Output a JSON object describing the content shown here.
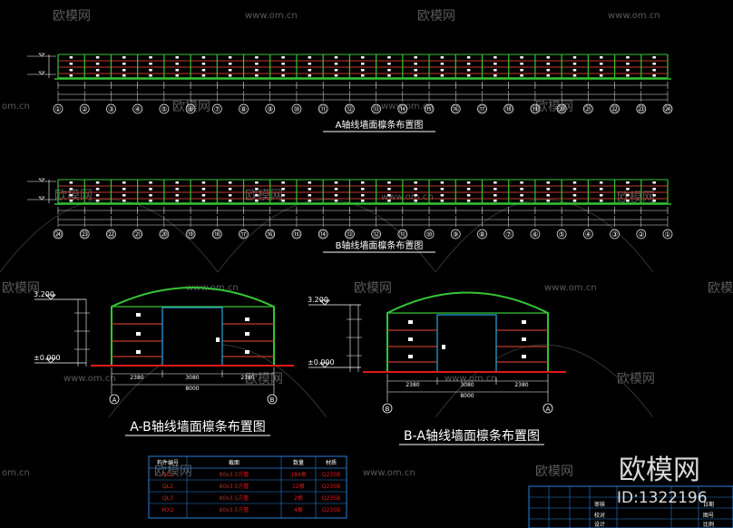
{
  "elevations": {
    "a_axis": {
      "title": "A轴线墙面檩条布置图",
      "axis_labels": [
        "①",
        "②",
        "③",
        "④",
        "⑤",
        "⑥",
        "⑦",
        "⑧",
        "⑨",
        "⑩",
        "⑪",
        "⑫",
        "⑬",
        "⑭",
        "⑮",
        "⑯",
        "⑰",
        "⑱",
        "⑲",
        "⑳",
        "㉑",
        "㉒",
        "㉓",
        "㉔"
      ]
    },
    "b_axis": {
      "title": "B轴线墙面檩条布置图",
      "axis_labels": [
        "㉔",
        "㉓",
        "㉒",
        "㉑",
        "⑳",
        "⑲",
        "⑱",
        "⑰",
        "⑯",
        "⑮",
        "⑭",
        "⑬",
        "⑫",
        "⑪",
        "⑩",
        "⑨",
        "⑧",
        "⑦",
        "⑥",
        "⑤",
        "④",
        "③",
        "②",
        "①"
      ]
    }
  },
  "gables": {
    "ab": {
      "title": "A-B轴线墙面檩条布置图",
      "level_top": "3.200",
      "level_zero": "±0.000",
      "dims": [
        "2380",
        "3080",
        "2380"
      ],
      "total": "8000",
      "axis_left": "A",
      "axis_right": "B"
    },
    "ba": {
      "title": "B-A轴线墙面檩条布置图",
      "level_top": "3.200",
      "level_zero": "±0.000",
      "dims": [
        "2380",
        "3080",
        "2380"
      ],
      "total": "8000",
      "axis_left": "B",
      "axis_right": "A"
    }
  },
  "table": {
    "headers": [
      "构件编号",
      "截面",
      "数量",
      "材质"
    ],
    "rows": [
      {
        "id": "QL1",
        "section": "80x3.5方管",
        "qty": "184根",
        "mat": "Q235B"
      },
      {
        "id": "QL2",
        "section": "80x3.5方管",
        "qty": "12根",
        "mat": "Q235B"
      },
      {
        "id": "QL3",
        "section": "80x3.5方管",
        "qty": "2根",
        "mat": "Q235B"
      },
      {
        "id": "MX2",
        "section": "80x3.5方管",
        "qty": "4根",
        "mat": "Q235B"
      }
    ]
  },
  "title_block": {
    "cells": [
      "审核",
      "校对",
      "设计",
      "日期",
      "图号",
      "比例"
    ]
  },
  "watermarks": {
    "brand": "欧模网",
    "url": "www.om.cn",
    "url_short": "om.cn",
    "big": "欧模网",
    "id": "ID:1322196"
  },
  "colors": {
    "frame": "#35c435",
    "purlin": "#c0392b",
    "dim": "#e8e8e8",
    "text": "#ffffff",
    "ground": "#e21b1b",
    "door": "#2aa6e0",
    "table": "#2a7fd8"
  }
}
